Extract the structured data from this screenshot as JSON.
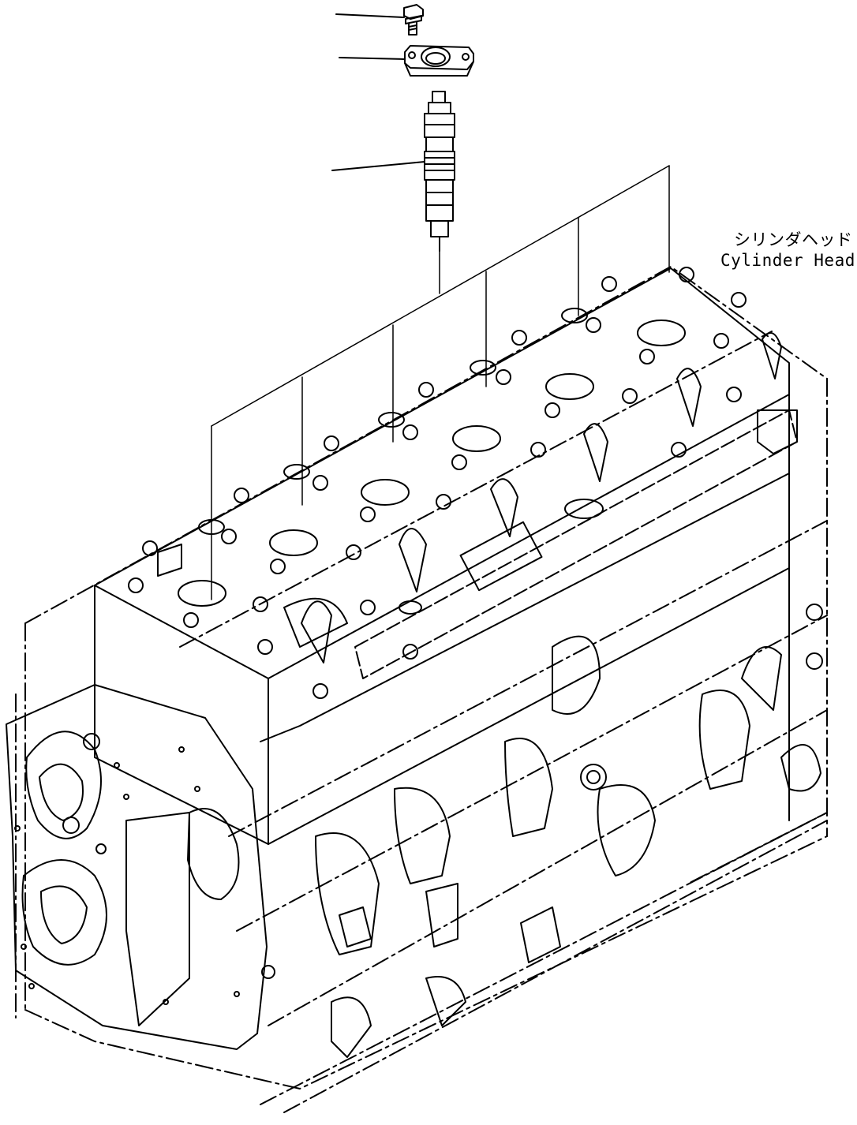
{
  "labels": {
    "cylinder_head_jp": "シリンダヘッド",
    "cylinder_head_en": "Cylinder Head"
  },
  "parts": [
    {
      "name": "flange-bolt"
    },
    {
      "name": "injector-clamp"
    },
    {
      "name": "fuel-injector"
    }
  ],
  "colors": {
    "line": "#000000",
    "background": "#ffffff"
  }
}
